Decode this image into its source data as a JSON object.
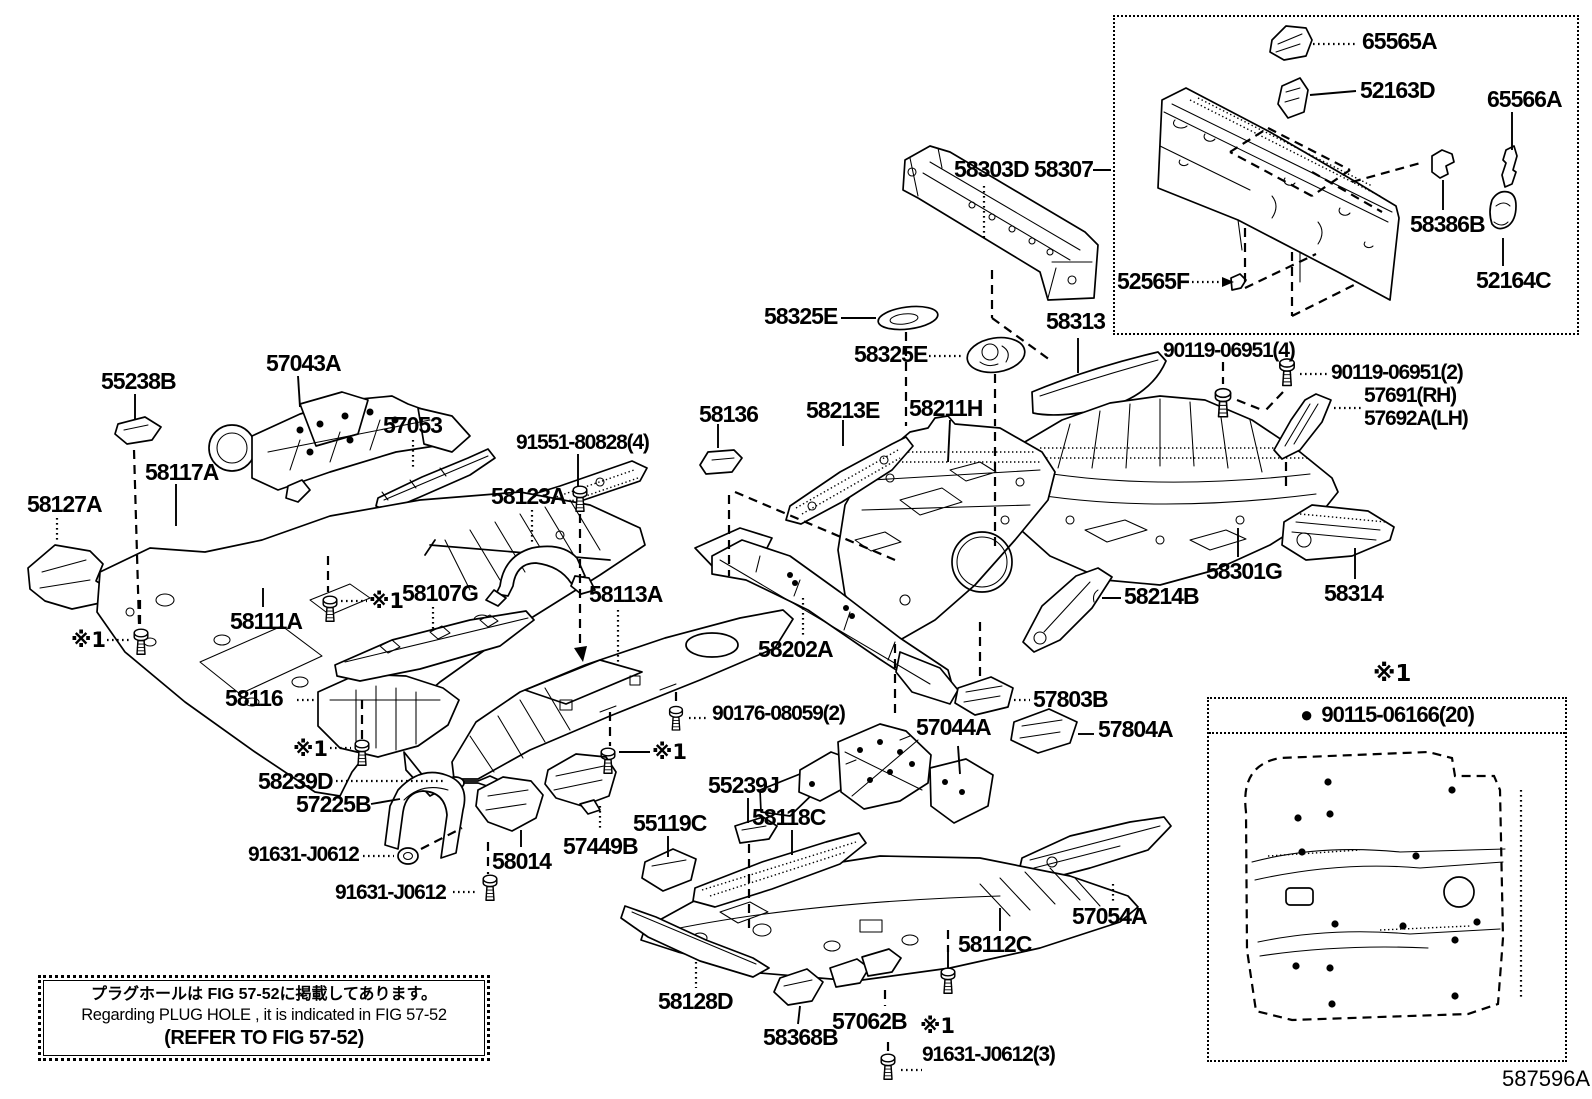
{
  "figure_code": "587596A",
  "detail_box": {
    "marker": "※1",
    "bullet": "●",
    "part_number": "90115-06166(20)"
  },
  "note_box": {
    "line_jp": "プラグホールは FIG 57-52に掲載してあります。",
    "line_en": "Regarding  PLUG  HOLE , it is indicated in FIG  57-52",
    "line_refer": "(REFER  TO  FIG  57-52)"
  },
  "callouts": [
    {
      "text": "65565A"
    },
    {
      "text": "52163D"
    },
    {
      "text": "65566A"
    },
    {
      "text": "58386B"
    },
    {
      "text": "52164C"
    },
    {
      "text": "52565F"
    },
    {
      "text": "58303D"
    },
    {
      "text": "58307"
    },
    {
      "text": "58325E"
    },
    {
      "text": "58325E"
    },
    {
      "text": "58313"
    },
    {
      "text": "90119-06951(4)"
    },
    {
      "text": "90119-06951(2)"
    },
    {
      "text": "57691(RH)"
    },
    {
      "text": "57692A(LH)"
    },
    {
      "text": "58136"
    },
    {
      "text": "58213E"
    },
    {
      "text": "58211H"
    },
    {
      "text": "58301G"
    },
    {
      "text": "58314"
    },
    {
      "text": "58214B"
    },
    {
      "text": "55238B"
    },
    {
      "text": "57043A"
    },
    {
      "text": "57053"
    },
    {
      "text": "58117A"
    },
    {
      "text": "58127A"
    },
    {
      "text": "91551-80828(4)"
    },
    {
      "text": "58123A"
    },
    {
      "text": "58107G"
    },
    {
      "text": "※1"
    },
    {
      "text": "58113A"
    },
    {
      "text": "58111A"
    },
    {
      "text": "※1"
    },
    {
      "text": "58116"
    },
    {
      "text": "※1"
    },
    {
      "text": "58239D"
    },
    {
      "text": "57225B"
    },
    {
      "text": "91631-J0612"
    },
    {
      "text": "91631-J0612"
    },
    {
      "text": "58014"
    },
    {
      "text": "57449B"
    },
    {
      "text": "55119C"
    },
    {
      "text": "55239J"
    },
    {
      "text": "58118C"
    },
    {
      "text": "90176-08059(2)"
    },
    {
      "text": "※1"
    },
    {
      "text": "58202A"
    },
    {
      "text": "57044A"
    },
    {
      "text": "57803B"
    },
    {
      "text": "57804A"
    },
    {
      "text": "57054A"
    },
    {
      "text": "58112C"
    },
    {
      "text": "58128D"
    },
    {
      "text": "58368B"
    },
    {
      "text": "57062B"
    },
    {
      "text": "※1"
    },
    {
      "text": "91631-J0612(3)"
    },
    {
      "text": "※1"
    }
  ]
}
